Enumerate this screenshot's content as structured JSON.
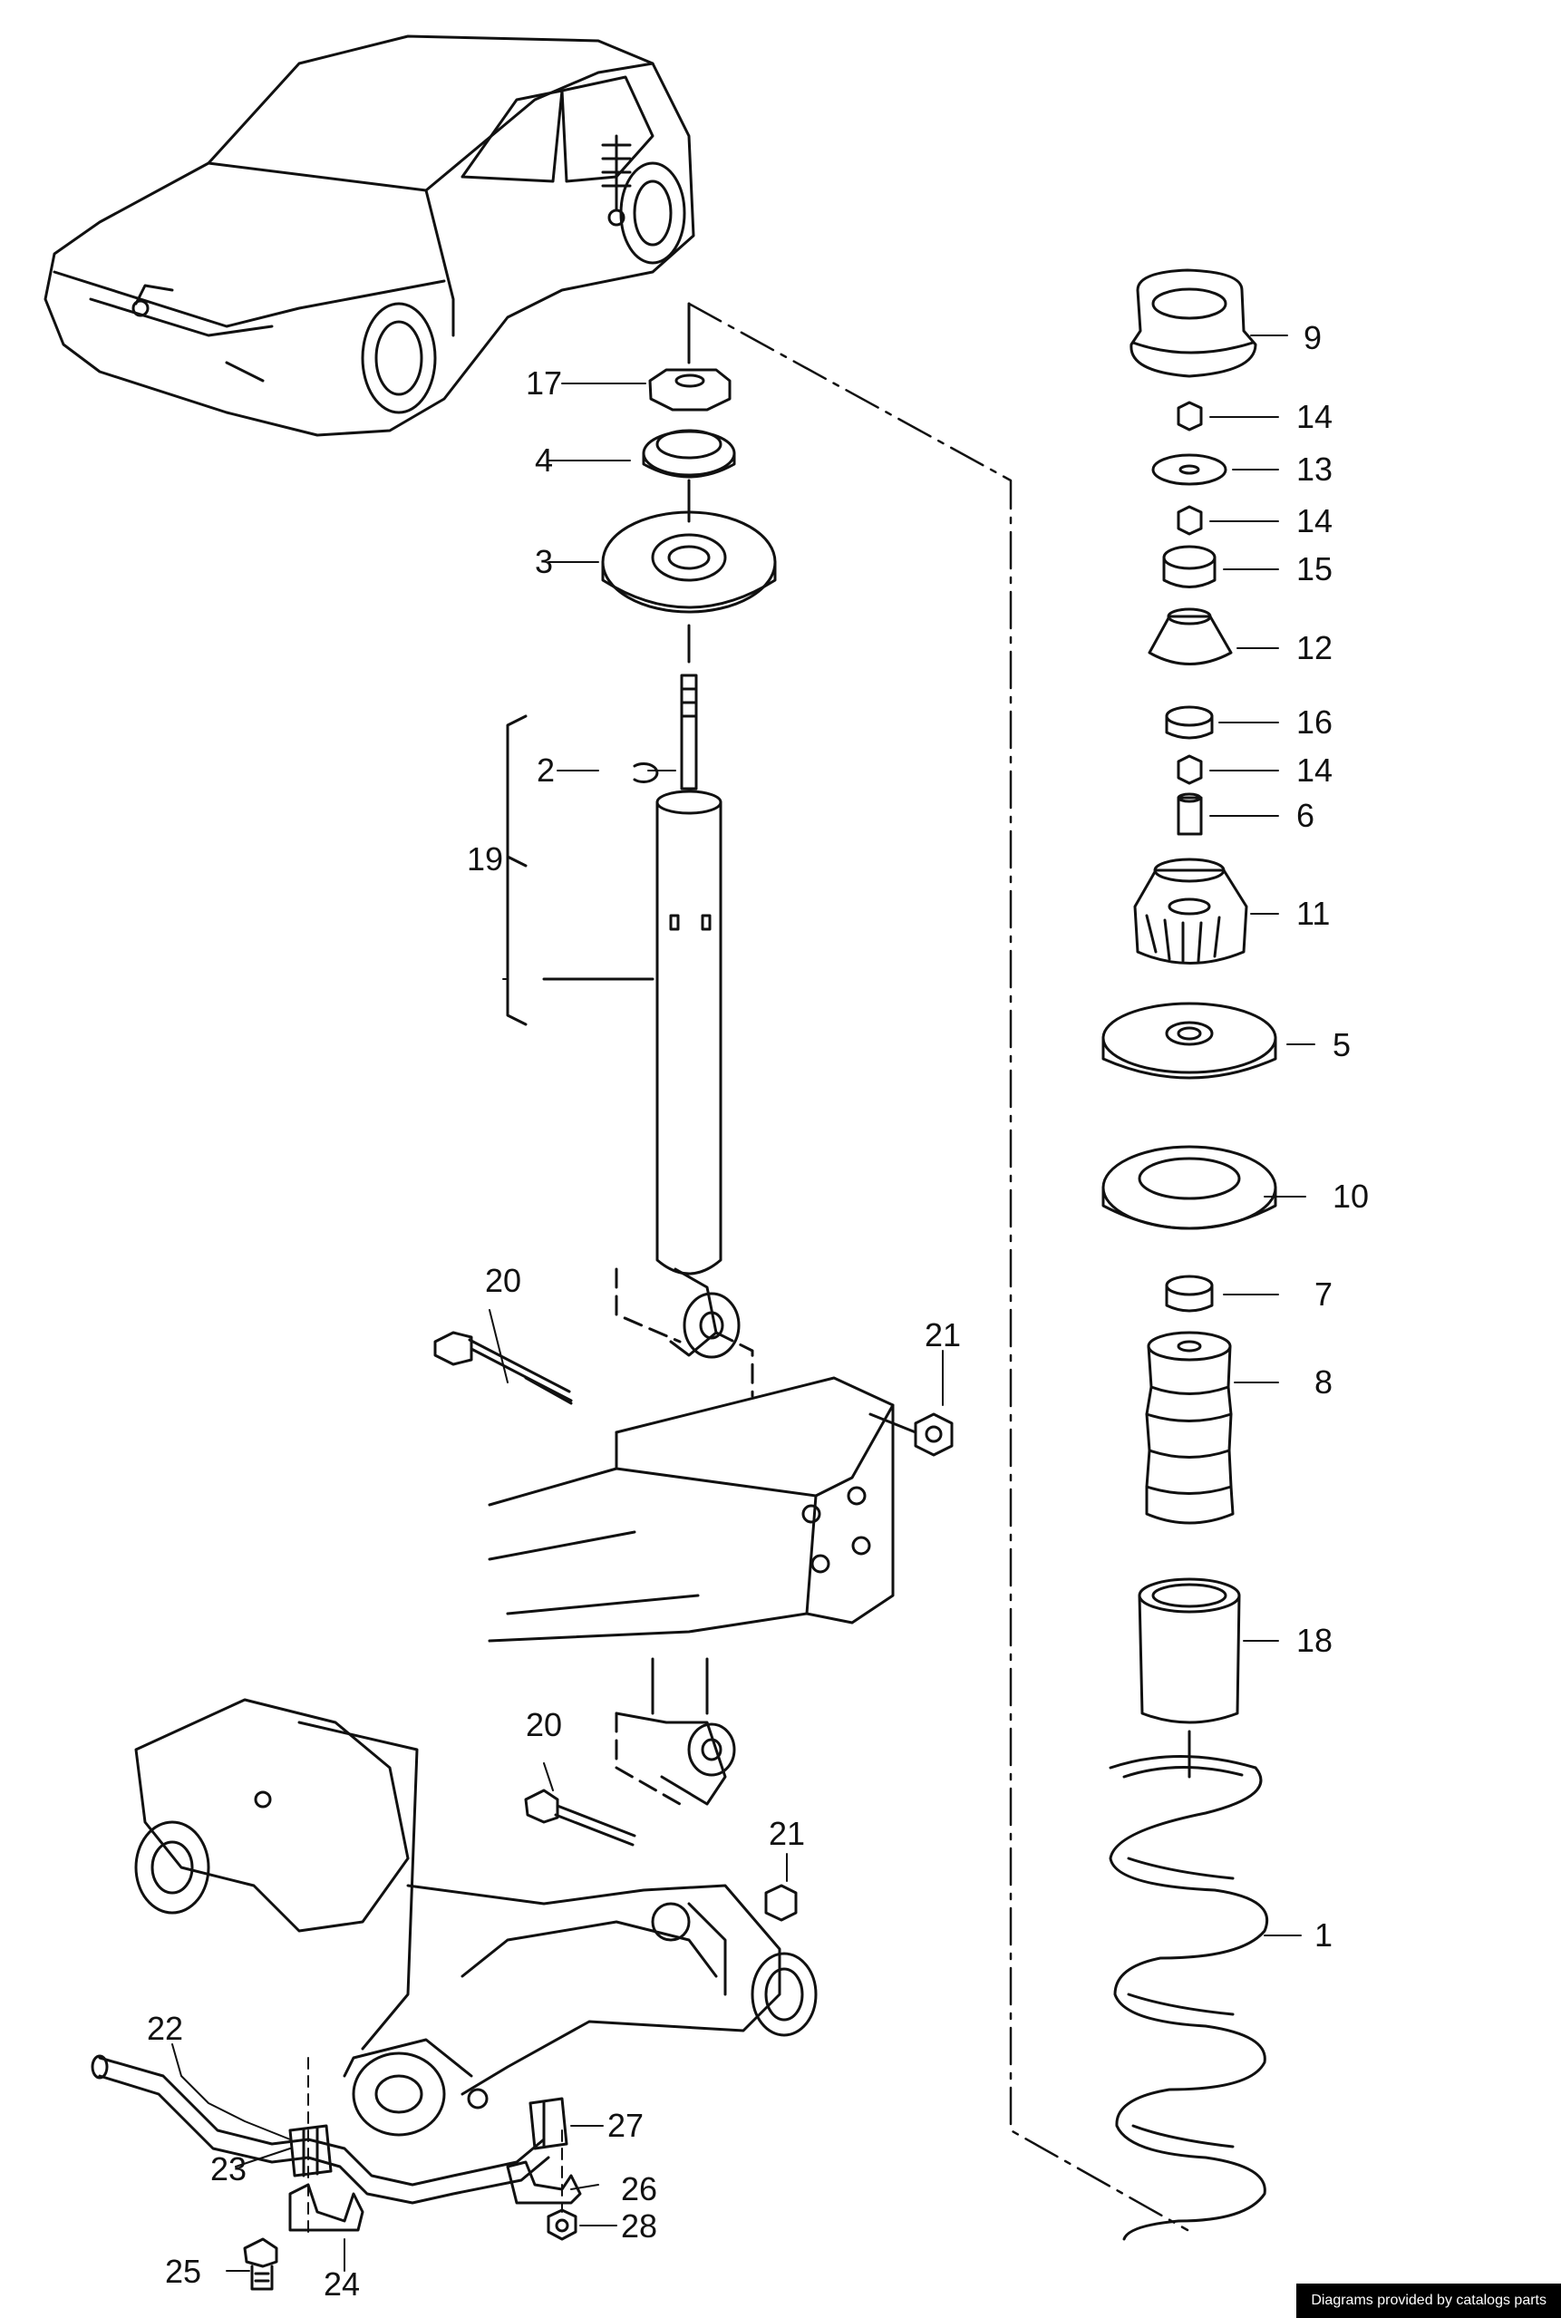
{
  "diagram": {
    "labels": [
      "9",
      "14",
      "13",
      "14",
      "15",
      "12",
      "16",
      "14",
      "6",
      "11",
      "5",
      "10",
      "7",
      "8",
      "18",
      "1",
      "17",
      "4",
      "3",
      "2",
      "19",
      "20",
      "21",
      "20",
      "21",
      "22",
      "23",
      "24",
      "25",
      "26",
      "27",
      "28"
    ]
  },
  "footer": {
    "text": "Diagrams provided by catalogs parts"
  }
}
